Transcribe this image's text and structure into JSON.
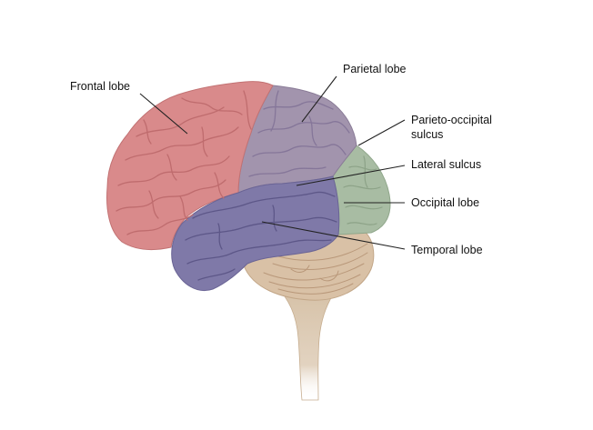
{
  "labels": {
    "frontal_lobe": "Frontal lobe",
    "parietal_lobe": "Parietal lobe",
    "parieto_occipital_sulcus_line1": "Parieto-occipital",
    "parieto_occipital_sulcus_line2": "sulcus",
    "lateral_sulcus": "Lateral sulcus",
    "occipital_lobe": "Occipital lobe",
    "temporal_lobe": "Temporal lobe"
  },
  "colors": {
    "frontal": "#d98a8b",
    "parietal": "#a294ad",
    "occipital": "#a8bca3",
    "temporal": "#7f79a8",
    "cerebellum": "#d9c1a6",
    "brainstem": "#d8c4aa",
    "leader_line": "#222222",
    "text": "#111111"
  }
}
